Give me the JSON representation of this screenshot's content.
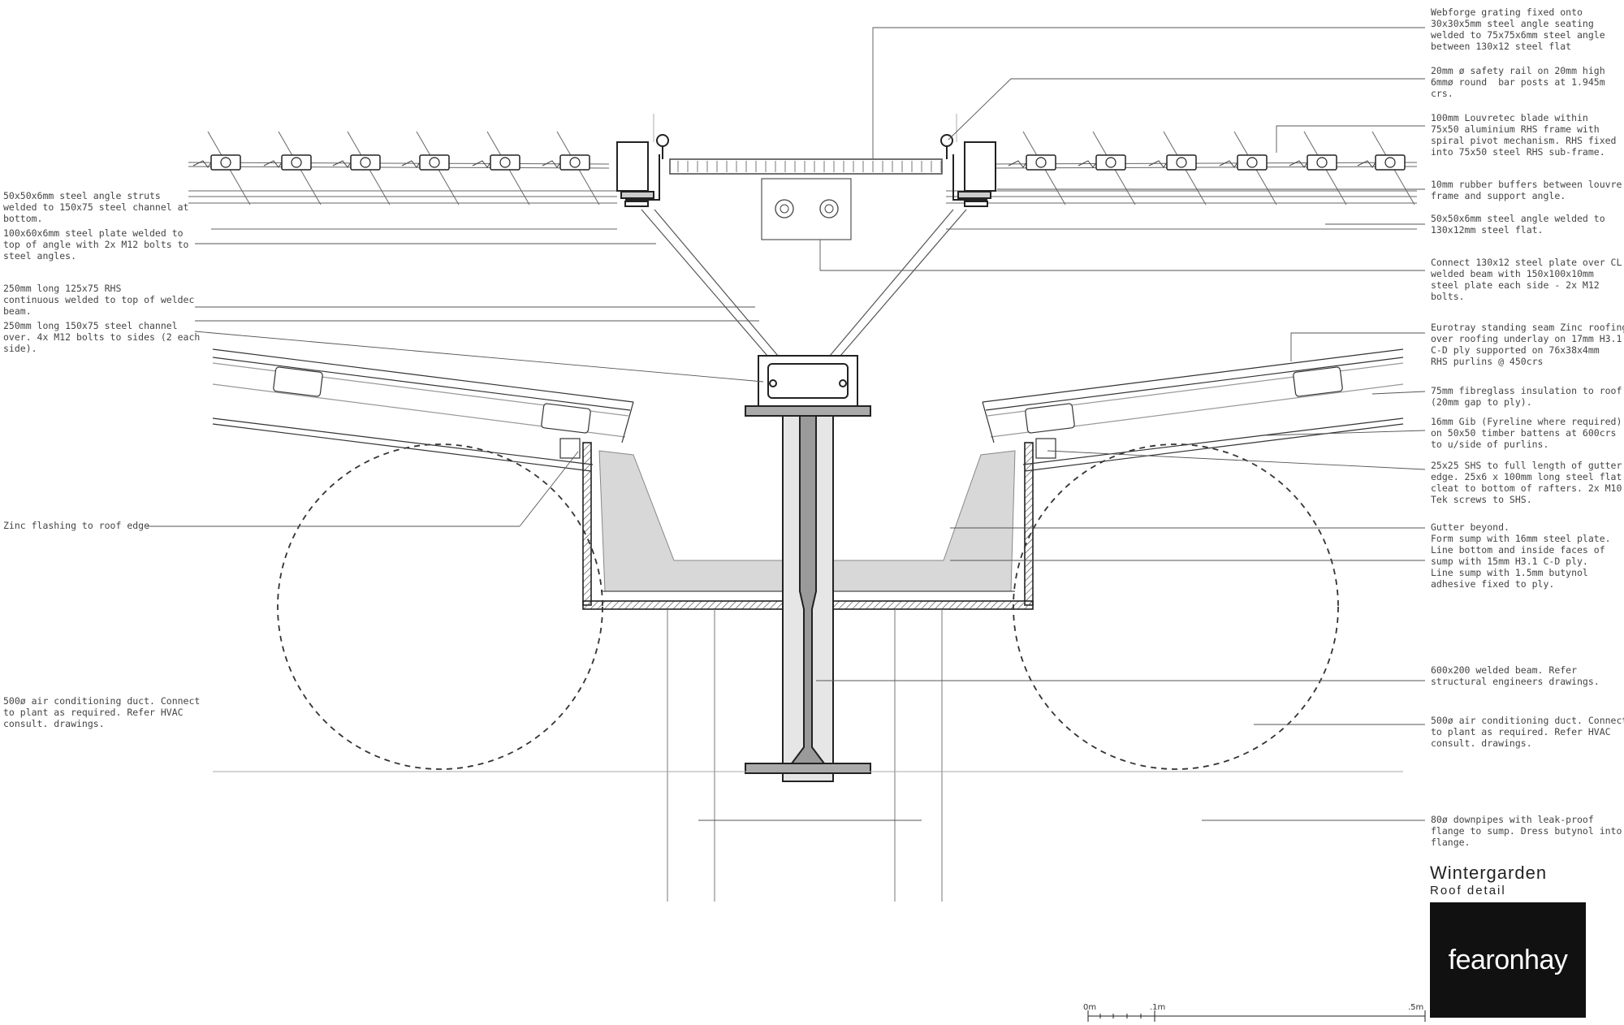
{
  "title_block": {
    "project": "Wintergarden",
    "drawing": "Roof detail",
    "firm": "fearonhay"
  },
  "scale_bar": {
    "labels": [
      "0m",
      ".1m",
      ".5m"
    ]
  },
  "notes_left": [
    "50x50x6mm steel angle struts\nwelded to 150x75 steel channel at\nbottom.",
    "100x60x6mm steel plate welded to\ntop of angle with 2x M12 bolts to\nsteel angles.",
    "250mm long 125x75 RHS\ncontinuous welded to top of weldec\nbeam.",
    "250mm long 150x75 steel channel\nover. 4x M12 bolts to sides (2 each\nside).",
    "Zinc flashing to roof edge",
    "500ø air conditioning duct. Connect\nto plant as required. Refer HVAC\nconsult. drawings."
  ],
  "notes_right": [
    "Webforge grating fixed onto\n30x30x5mm steel angle seating\nwelded to 75x75x6mm steel angle\nbetween 130x12 steel flat",
    "20mm ø safety rail on 20mm high\n6mmø round  bar posts at 1.945m\ncrs.",
    "100mm Louvretec blade within\n75x50 aluminium RHS frame with\nspiral pivot mechanism. RHS fixed\ninto 75x50 steel RHS sub-frame.",
    "10mm rubber buffers between louvre\nframe and support angle.",
    "50x50x6mm steel angle welded to\n130x12mm steel flat.",
    "Connect 130x12 steel plate over CL\nwelded beam with 150x100x10mm\nsteel plate each side - 2x M12\nbolts.",
    "Eurotray standing seam Zinc roofing\nover roofing underlay on 17mm H3.1\nC-D ply supported on 76x38x4mm\nRHS purlins @ 450crs",
    "75mm fibreglass insulation to roof\n(20mm gap to ply).",
    "16mm Gib (Fyreline where required)\non 50x50 timber battens at 600crs\nto u/side of purlins.",
    "25x25 SHS to full length of gutter\nedge. 25x6 x 100mm long steel flat\ncleat to bottom of rafters. 2x M10\nTek screws to SHS.",
    "Gutter beyond.\nForm sump with 16mm steel plate.\nLine bottom and inside faces of\nsump with 15mm H3.1 C-D ply.\nLine sump with 1.5mm butynol\nadhesive fixed to ply.",
    "600x200 welded beam. Refer\nstructural engineers drawings.",
    "500ø air conditioning duct. Connect\nto plant as required. Refer HVAC\nconsult. drawings.",
    "80ø downpipes with leak-proof\nflange to sump. Dress butynol into\nflange."
  ]
}
